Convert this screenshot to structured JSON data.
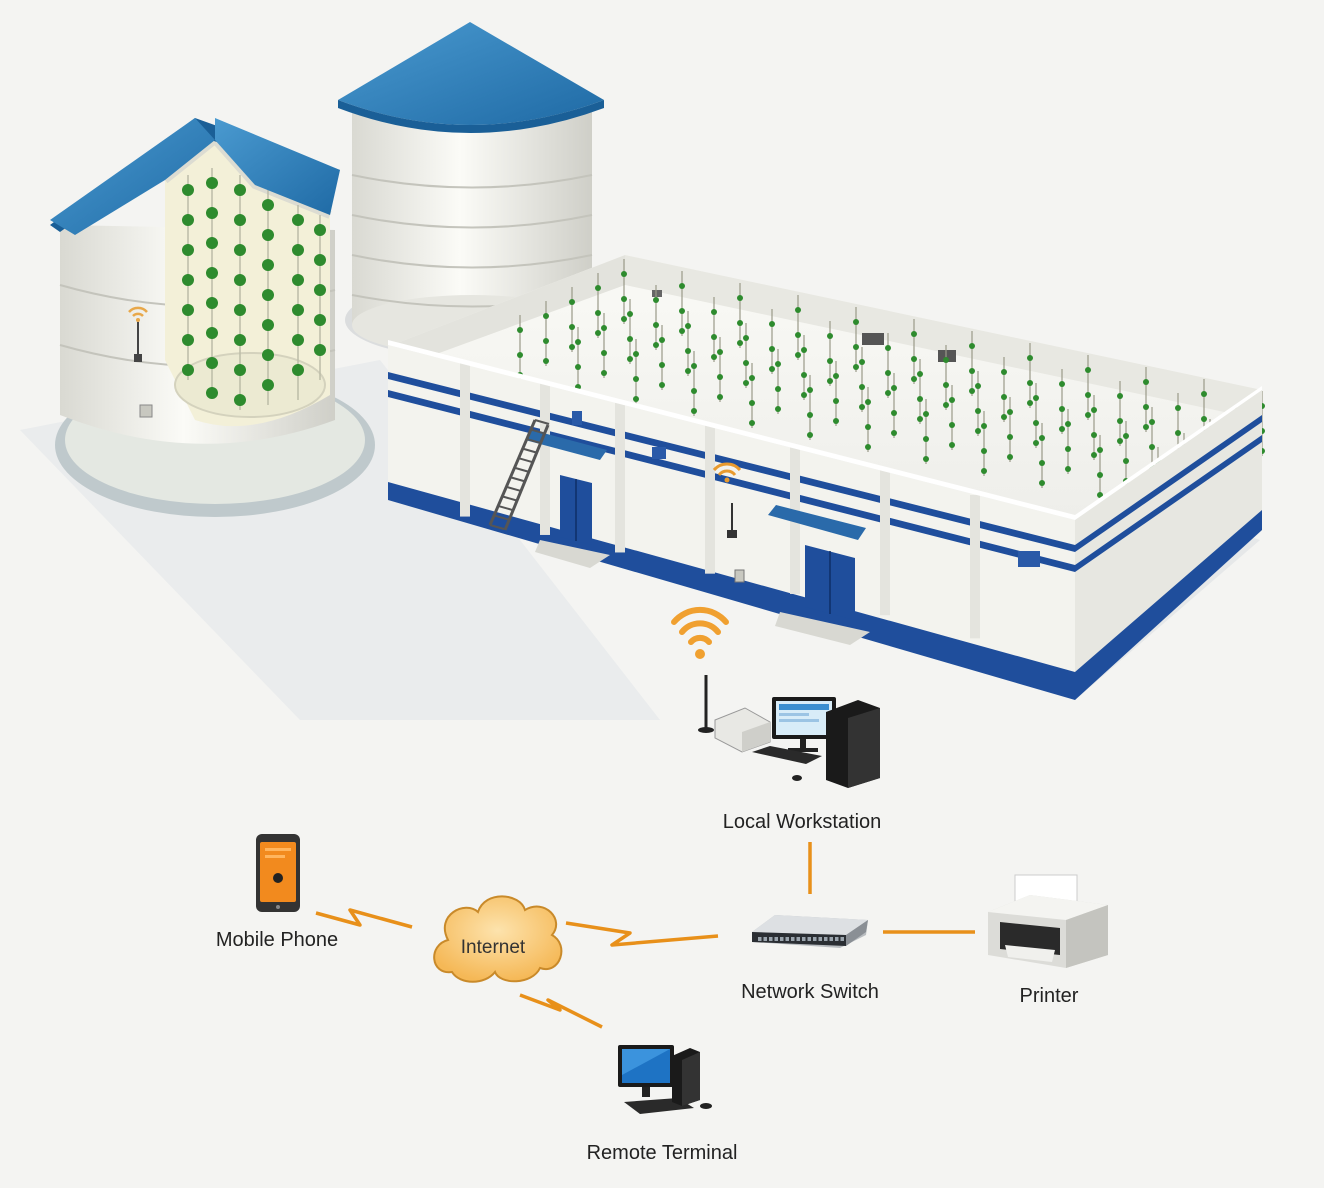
{
  "nodes": {
    "local_workstation": {
      "label": "Local Workstation"
    },
    "mobile_phone": {
      "label": "Mobile Phone"
    },
    "internet": {
      "label": "Internet"
    },
    "network_switch": {
      "label": "Network Switch"
    },
    "printer": {
      "label": "Printer"
    },
    "remote_terminal": {
      "label": "Remote Terminal"
    }
  },
  "links": [
    {
      "from": "mobile_phone",
      "to": "internet",
      "style": "wireless"
    },
    {
      "from": "internet",
      "to": "network_switch",
      "style": "wireless"
    },
    {
      "from": "internet",
      "to": "remote_terminal",
      "style": "wireless"
    },
    {
      "from": "local_workstation",
      "to": "network_switch",
      "style": "wired"
    },
    {
      "from": "network_switch",
      "to": "printer",
      "style": "wired"
    }
  ],
  "colors": {
    "roof_blue": "#2f7fb8",
    "stripe_blue": "#1f4e9c",
    "wall_white": "#f3f3ee",
    "sensor_green": "#2e8b2e",
    "link_orange": "#e8901a",
    "phone_orange": "#f28a1e",
    "cloud_fill": "#f9c777"
  },
  "icons": [
    "wifi-icon",
    "antenna-icon",
    "sensor-cable-icon"
  ]
}
